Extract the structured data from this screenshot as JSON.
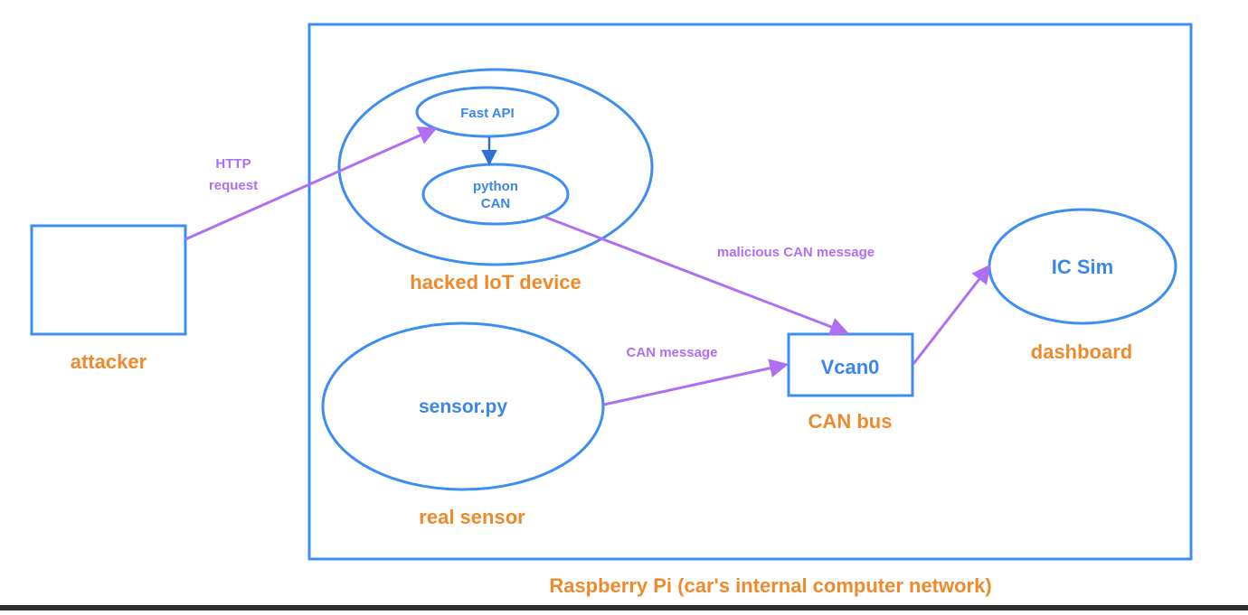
{
  "colors": {
    "shape_stroke": "#3d8ef0",
    "inner_text": "#3b86ea",
    "caption_text": "#ef8a2c",
    "arrow_purple": "#b06ef2",
    "arrow_blue": "#2f6fd6"
  },
  "icons": {
    "arrowhead": "triangle-arrowhead"
  },
  "nodes": {
    "fast_api": {
      "label": "Fast API"
    },
    "python_can": {
      "label_line1": "python",
      "label_line2": "CAN"
    },
    "sensor": {
      "label": "sensor.py"
    },
    "vcan": {
      "label": "Vcan0"
    },
    "ic_sim": {
      "label": "IC Sim"
    }
  },
  "captions": {
    "attacker": "attacker",
    "hacked_iot": "hacked IoT device",
    "real_sensor": "real sensor",
    "can_bus": "CAN bus",
    "dashboard": "dashboard",
    "raspberry_pi": "Raspberry Pi (car's internal computer network)"
  },
  "edges": {
    "http": {
      "line1": "HTTP",
      "line2": "request"
    },
    "malicious": {
      "label": "malicious CAN message"
    },
    "can_message": {
      "label": "CAN message"
    }
  }
}
